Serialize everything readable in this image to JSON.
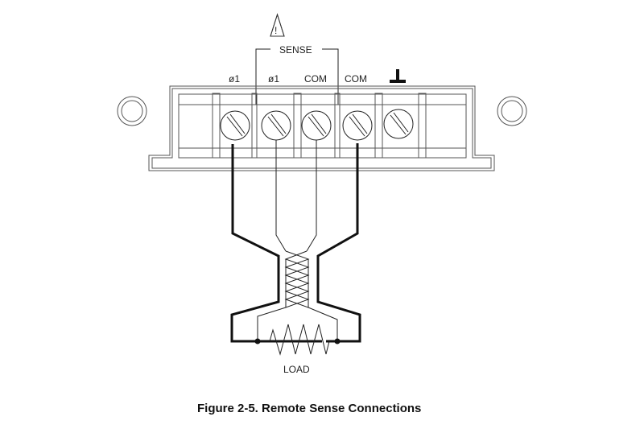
{
  "diagram": {
    "warning_symbol": "!",
    "sense_group_label": "SENSE",
    "terminals": [
      {
        "label": "ø1",
        "id": "phi1-output"
      },
      {
        "label": "ø1",
        "id": "phi1-sense"
      },
      {
        "label": "COM",
        "id": "com-sense"
      },
      {
        "label": "COM",
        "id": "com-output"
      },
      {
        "label": "⊥",
        "id": "ground"
      }
    ],
    "load_label": "LOAD"
  },
  "caption": "Figure 2-5. Remote Sense Connections"
}
